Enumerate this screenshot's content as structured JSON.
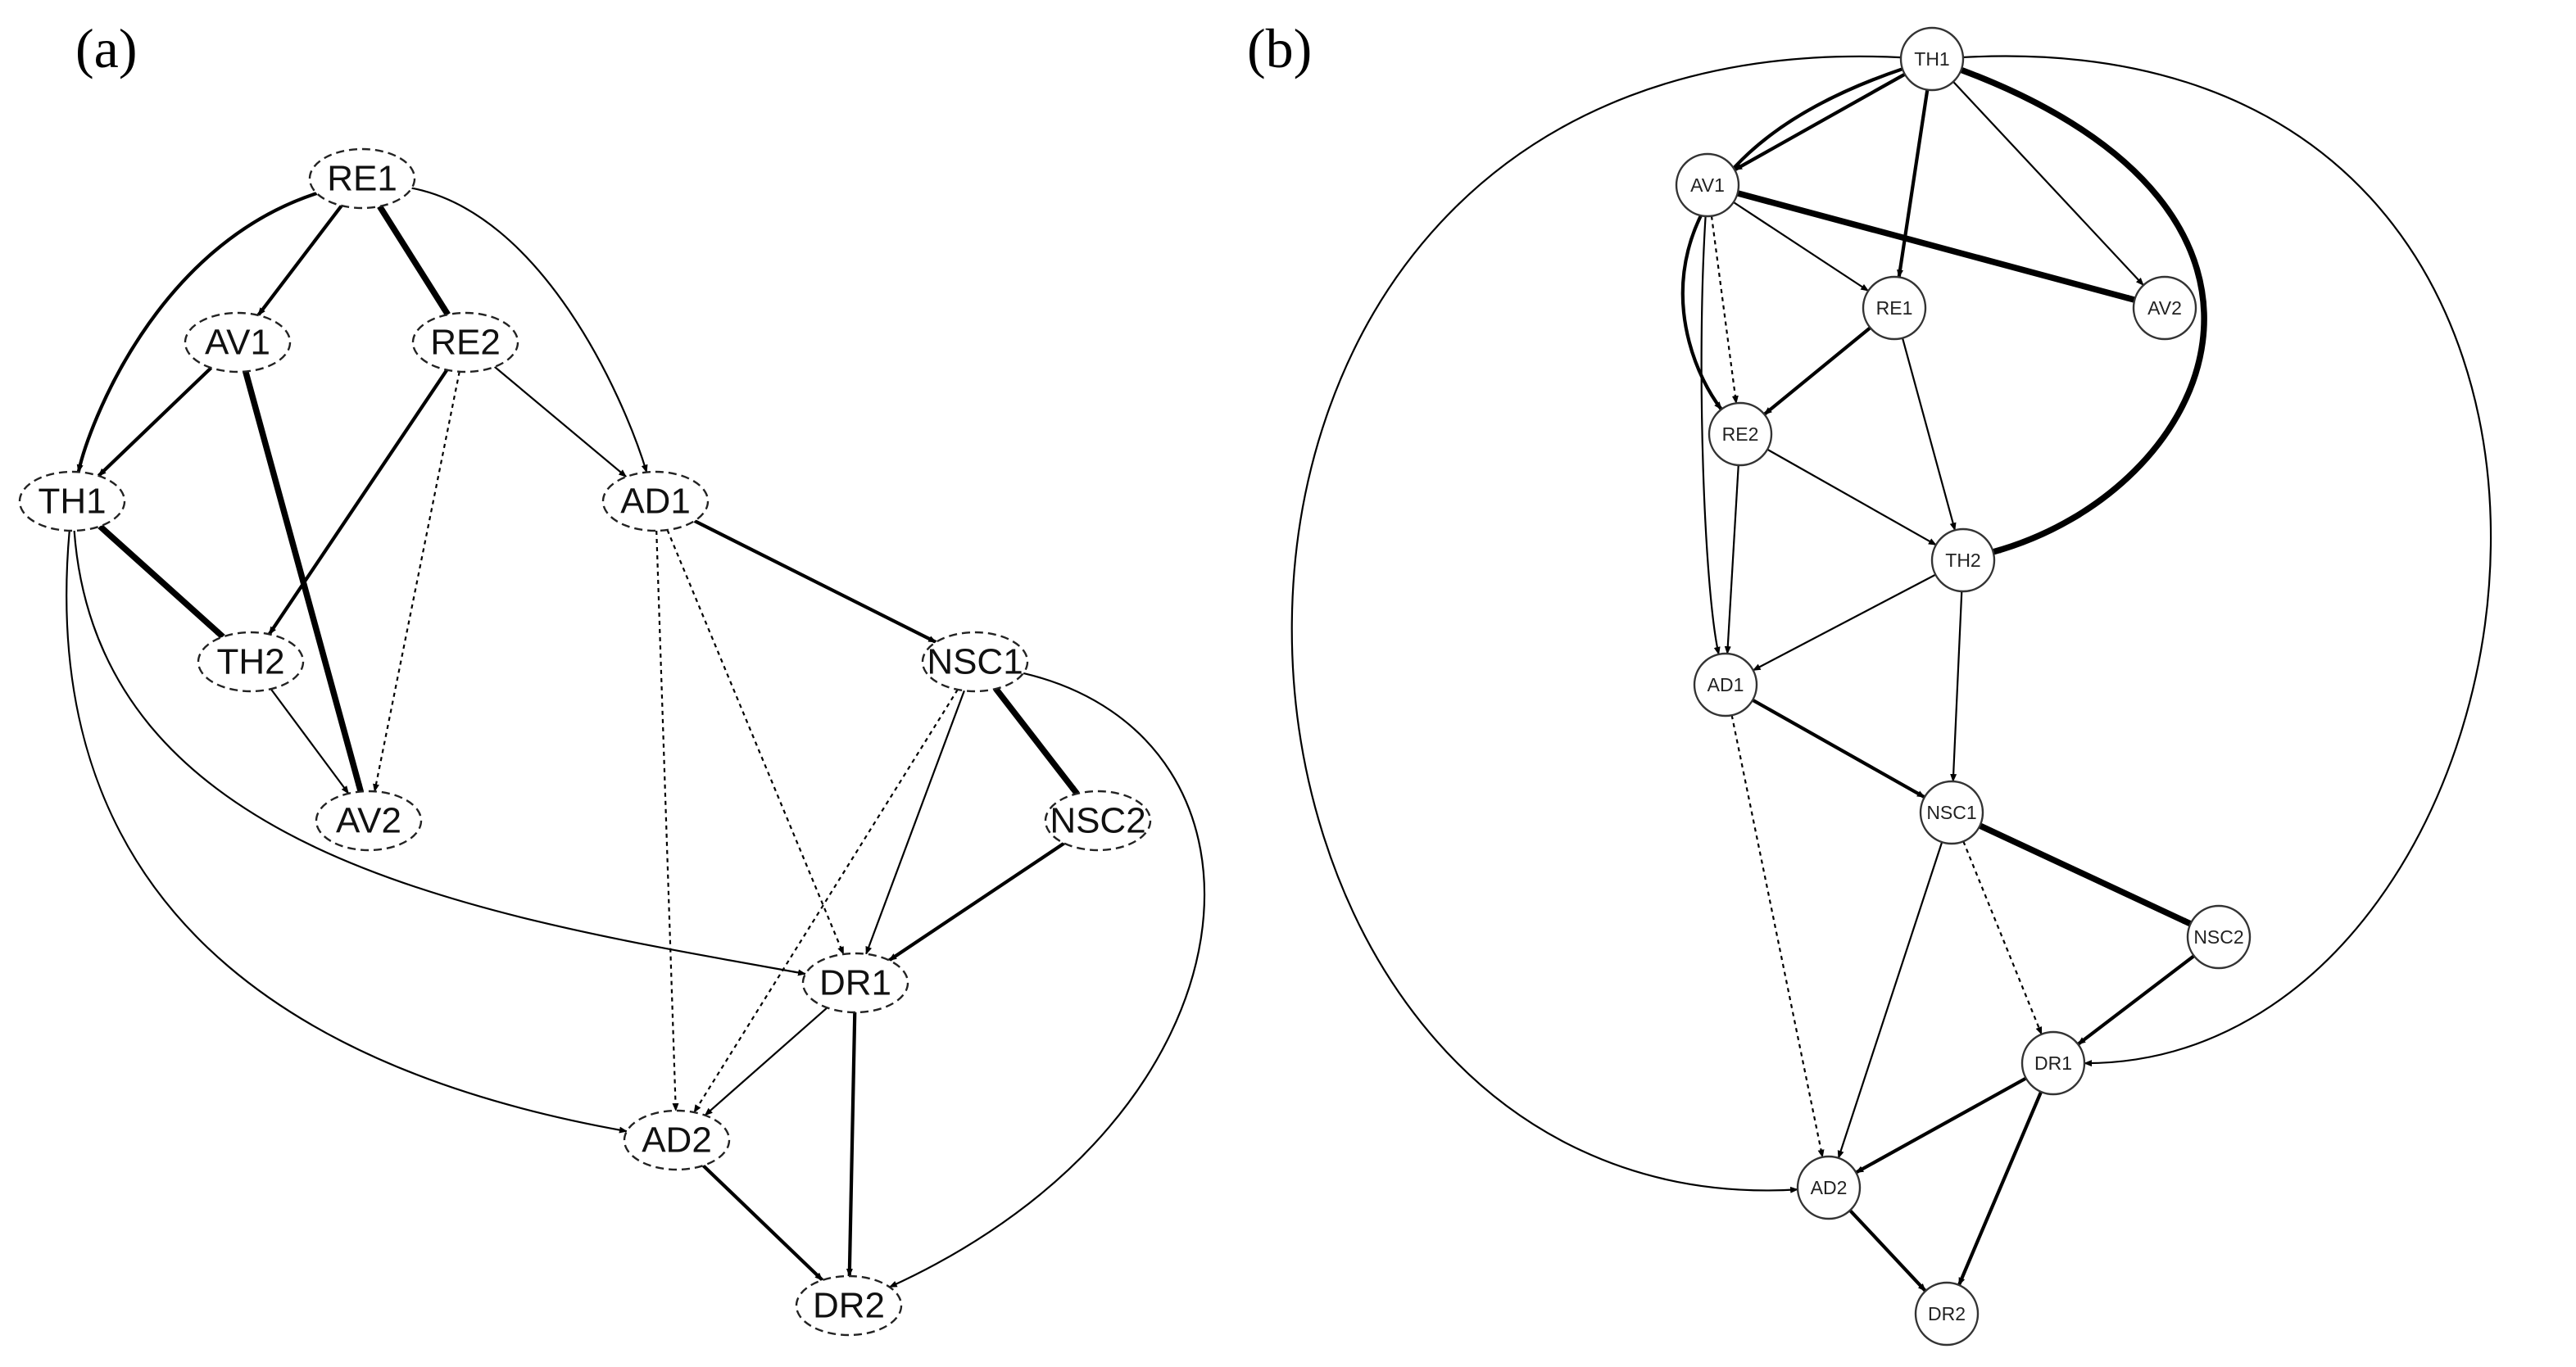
{
  "panels": [
    {
      "id": "a",
      "label": "(a)",
      "nodes": [
        {
          "id": "RE1",
          "label": "RE1"
        },
        {
          "id": "AV1",
          "label": "AV1"
        },
        {
          "id": "RE2",
          "label": "RE2"
        },
        {
          "id": "TH1",
          "label": "TH1"
        },
        {
          "id": "AD1",
          "label": "AD1"
        },
        {
          "id": "TH2",
          "label": "TH2"
        },
        {
          "id": "NSC1",
          "label": "NSC1"
        },
        {
          "id": "AV2",
          "label": "AV2"
        },
        {
          "id": "NSC2",
          "label": "NSC2"
        },
        {
          "id": "DR1",
          "label": "DR1"
        },
        {
          "id": "AD2",
          "label": "AD2"
        },
        {
          "id": "DR2",
          "label": "DR2"
        }
      ],
      "edges": [
        {
          "from": "RE1",
          "to": "AV1",
          "weight": "medium"
        },
        {
          "from": "RE1",
          "to": "RE2",
          "weight": "heavy"
        },
        {
          "from": "RE1",
          "to": "TH1",
          "weight": "medium"
        },
        {
          "from": "RE1",
          "to": "AD1",
          "weight": "thin"
        },
        {
          "from": "AV1",
          "to": "TH1",
          "weight": "medium"
        },
        {
          "from": "AV1",
          "to": "AV2",
          "weight": "heavy"
        },
        {
          "from": "RE2",
          "to": "TH2",
          "weight": "medium"
        },
        {
          "from": "RE2",
          "to": "AV2",
          "weight": "dotted"
        },
        {
          "from": "RE2",
          "to": "AD1",
          "weight": "thin"
        },
        {
          "from": "TH1",
          "to": "TH2",
          "weight": "heavy"
        },
        {
          "from": "TH1",
          "to": "DR1",
          "weight": "thin"
        },
        {
          "from": "TH1",
          "to": "AD2",
          "weight": "thin"
        },
        {
          "from": "TH2",
          "to": "AV2",
          "weight": "thin"
        },
        {
          "from": "AD1",
          "to": "NSC1",
          "weight": "medium"
        },
        {
          "from": "AD1",
          "to": "AD2",
          "weight": "dotted"
        },
        {
          "from": "AD1",
          "to": "DR1",
          "weight": "dotted"
        },
        {
          "from": "NSC1",
          "to": "NSC2",
          "weight": "heavy"
        },
        {
          "from": "NSC1",
          "to": "DR1",
          "weight": "thin"
        },
        {
          "from": "NSC1",
          "to": "AD2",
          "weight": "dotted"
        },
        {
          "from": "NSC1",
          "to": "DR2",
          "weight": "thin"
        },
        {
          "from": "NSC2",
          "to": "DR1",
          "weight": "medium"
        },
        {
          "from": "DR1",
          "to": "AD2",
          "weight": "thin"
        },
        {
          "from": "DR1",
          "to": "DR2",
          "weight": "medium"
        },
        {
          "from": "AD2",
          "to": "DR2",
          "weight": "medium"
        }
      ]
    },
    {
      "id": "b",
      "label": "(b)",
      "nodes": [
        {
          "id": "TH1",
          "label": "TH1"
        },
        {
          "id": "AV1",
          "label": "AV1"
        },
        {
          "id": "RE1",
          "label": "RE1"
        },
        {
          "id": "AV2",
          "label": "AV2"
        },
        {
          "id": "RE2",
          "label": "RE2"
        },
        {
          "id": "TH2",
          "label": "TH2"
        },
        {
          "id": "AD1",
          "label": "AD1"
        },
        {
          "id": "NSC1",
          "label": "NSC1"
        },
        {
          "id": "NSC2",
          "label": "NSC2"
        },
        {
          "id": "DR1",
          "label": "DR1"
        },
        {
          "id": "AD2",
          "label": "AD2"
        },
        {
          "id": "DR2",
          "label": "DR2"
        }
      ],
      "edges": [
        {
          "from": "TH1",
          "to": "AV1",
          "weight": "medium"
        },
        {
          "from": "TH1",
          "to": "RE1",
          "weight": "medium"
        },
        {
          "from": "TH1",
          "to": "AV2",
          "weight": "thin"
        },
        {
          "from": "TH1",
          "to": "RE2",
          "weight": "medium"
        },
        {
          "from": "TH1",
          "to": "TH2",
          "weight": "heavy"
        },
        {
          "from": "TH1",
          "to": "AD2",
          "weight": "thin"
        },
        {
          "from": "TH1",
          "to": "DR1",
          "weight": "thin"
        },
        {
          "from": "AV1",
          "to": "AV2",
          "weight": "heavy"
        },
        {
          "from": "AV1",
          "to": "RE1",
          "weight": "thin"
        },
        {
          "from": "AV1",
          "to": "RE2",
          "weight": "dotted"
        },
        {
          "from": "AV1",
          "to": "AD1",
          "weight": "thin"
        },
        {
          "from": "RE1",
          "to": "RE2",
          "weight": "medium"
        },
        {
          "from": "RE1",
          "to": "TH2",
          "weight": "thin"
        },
        {
          "from": "RE2",
          "to": "TH2",
          "weight": "thin"
        },
        {
          "from": "RE2",
          "to": "AD1",
          "weight": "thin"
        },
        {
          "from": "TH2",
          "to": "AD1",
          "weight": "thin"
        },
        {
          "from": "TH2",
          "to": "NSC1",
          "weight": "thin"
        },
        {
          "from": "AD1",
          "to": "NSC1",
          "weight": "medium"
        },
        {
          "from": "AD1",
          "to": "AD2",
          "weight": "dotted"
        },
        {
          "from": "NSC1",
          "to": "NSC2",
          "weight": "heavy"
        },
        {
          "from": "NSC1",
          "to": "DR1",
          "weight": "dotted"
        },
        {
          "from": "NSC1",
          "to": "AD2",
          "weight": "thin"
        },
        {
          "from": "NSC2",
          "to": "DR1",
          "weight": "medium"
        },
        {
          "from": "DR1",
          "to": "AD2",
          "weight": "medium"
        },
        {
          "from": "DR1",
          "to": "DR2",
          "weight": "medium"
        },
        {
          "from": "AD2",
          "to": "DR2",
          "weight": "medium"
        }
      ]
    }
  ]
}
